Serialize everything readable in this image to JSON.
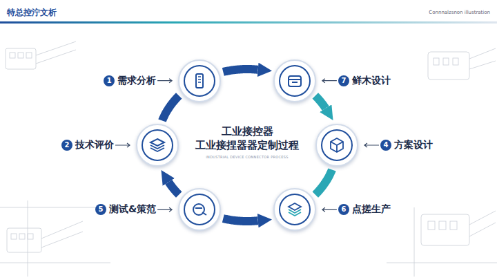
{
  "diagram": {
    "title": "特总控泞文析",
    "nodes": [
      {
        "text": [
          "1",
          "需求分析"
        ]
      },
      {
        "text": [
          "7",
          "鲜木设计"
        ]
      },
      {
        "text": [
          "2",
          "技术评价"
        ]
      },
      {
        "text": [
          "4",
          "方案设计"
        ]
      },
      {
        "text": [
          "5",
          "测试&策范"
        ]
      },
      {
        "text": [
          "6",
          "点搓生产"
        ]
      }
    ],
    "edges": [
      {
        "from": 0,
        "to": 1,
        "arrow": "to"
      },
      {
        "from": 1,
        "to": 3,
        "arrow": "to"
      },
      {
        "from": 3,
        "to": 5,
        "arrow": "none"
      },
      {
        "from": 4,
        "to": 5,
        "arrow": "to"
      },
      {
        "from": 4,
        "to": 2,
        "arrow": "to"
      },
      {
        "from": 2,
        "to": 0,
        "arrow": "none"
      }
    ],
    "labels": [
      "Connnalzsnon illustration",
      "工业接控器",
      "工业接捏器器定制过程",
      "INDUSTRIAL DEVICE CONNECTOR PROCESS"
    ]
  }
}
